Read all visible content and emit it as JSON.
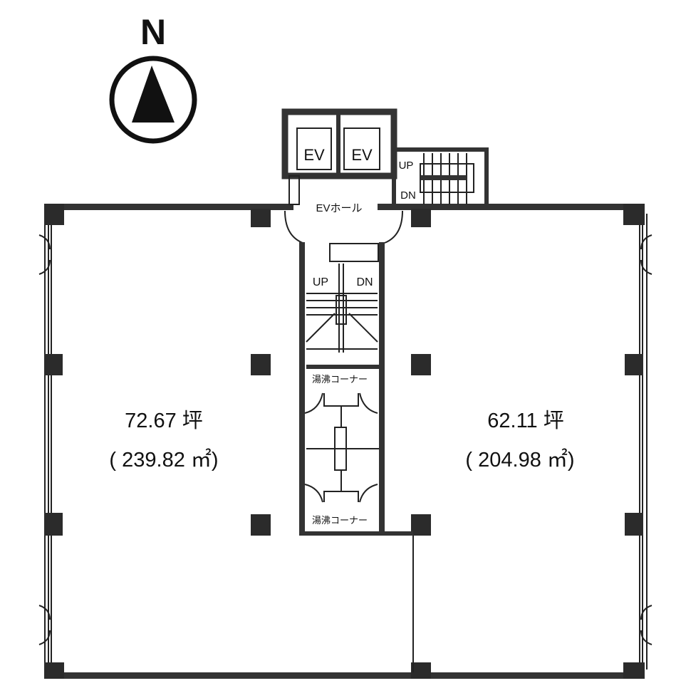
{
  "compass": {
    "label": "N"
  },
  "core": {
    "elevators": [
      "EV",
      "EV"
    ],
    "ev_hall": "EVホール",
    "stair_north": {
      "up": "UP",
      "down": "DN"
    },
    "stair_center": {
      "up": "UP",
      "down": "DN"
    },
    "kitchenettes": [
      "湯沸コーナー",
      "湯沸コーナー"
    ]
  },
  "units": [
    {
      "area_tsubo": "72.67 坪",
      "area_sqm": "( 239.82 ㎡)"
    },
    {
      "area_tsubo": "62.11 坪",
      "area_sqm": "( 204.98 ㎡)"
    }
  ]
}
